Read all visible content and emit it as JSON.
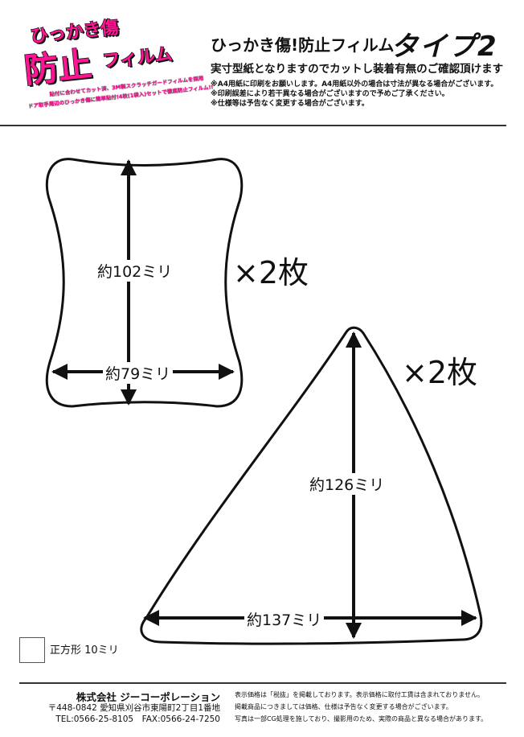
{
  "logo": {
    "line1": "ひっかき傷",
    "line2_big": "防止",
    "line2_small": "フィルム",
    "caption1": "貼付に合わせてカット済、3M製スクラッチガードフィルムを採用",
    "caption2": "ドア取手周辺のひっかき傷に簡単貼付!4枚(1袋入)セットで徹底防止フィルム!!"
  },
  "header": {
    "title": "ひっかき傷!防止フィルム",
    "type_label": "タイプ2",
    "subtitle": "実寸型紙となりますのでカットし装着有無のご確認頂けます",
    "notes": [
      "※A4用紙に印刷をお願いします。A4用紙以外の場合は寸法が異なる場合がございます。",
      "※印刷誤差により若干異なる場合がございますので予めご了承ください。",
      "※仕様等は予告なく変更する場合がございます。"
    ]
  },
  "pieces": [
    {
      "shape": "rounded-peanut",
      "height_label": "約102ミリ",
      "width_label": "約79ミリ",
      "quantity": "×2枚"
    },
    {
      "shape": "rounded-triangle",
      "height_label": "約126ミリ",
      "width_label": "約137ミリ",
      "quantity": "×2枚"
    }
  ],
  "scale": {
    "label": "正方形 10ミリ"
  },
  "footer": {
    "company": "株式会社 ジーコーポレーション",
    "address": "〒448-0842 愛知県刈谷市東陽町2丁目1番地",
    "contact": "TEL:0566-25-8105　FAX:0566-24-7250",
    "disclaimers": [
      "表示価格は「税抜」を掲載しております。表示価格に取付工賃は含まれておりません。",
      "掲載商品につきましては価格、仕様は予告なく変更する場合がございます。",
      "写真は一部CG処理を施しており、撮影用のため、実際の商品と異なる場合があります。"
    ]
  },
  "colors": {
    "logo_pink": "#ff1493",
    "line": "#111111"
  }
}
